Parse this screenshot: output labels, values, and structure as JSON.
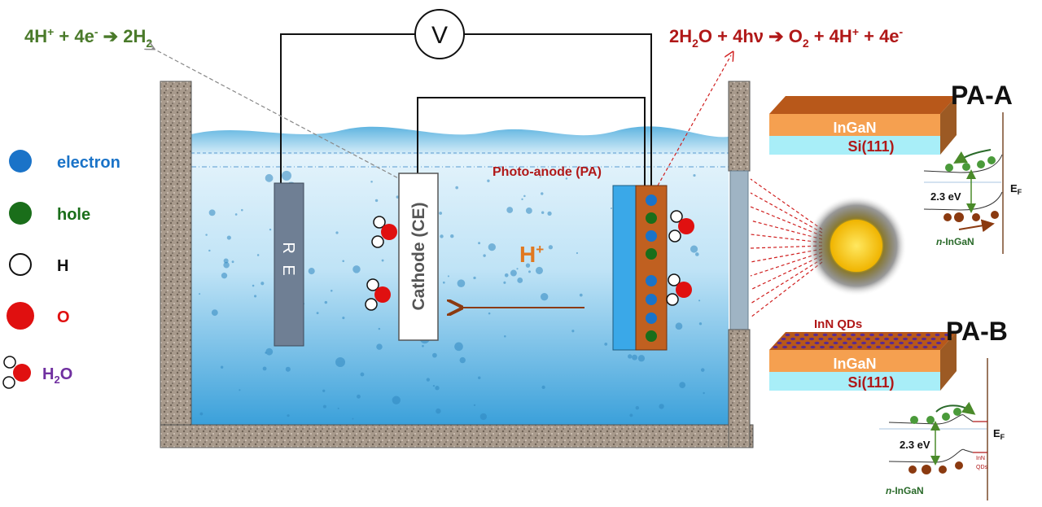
{
  "equations": {
    "cathode": {
      "a": "4H",
      "a_sup": "+",
      "b": " + 4e",
      "b_sup": "-",
      "arrow": " ➔ ",
      "c": "2H",
      "c_sub": "2"
    },
    "anode": {
      "a": "2H",
      "a_sub": "2",
      "b": "O + 4hν",
      "arrow": " ➔ ",
      "c": "O",
      "c_sub": "2",
      "d": " + 4H",
      "d_sup": "+",
      "e": " + 4e",
      "e_sup": "-"
    }
  },
  "voltmeter": "V",
  "legend": [
    {
      "label": "electron",
      "color": "#1a73c8"
    },
    {
      "label": "hole",
      "color": "#1a6e1a"
    },
    {
      "label": "H",
      "color": "#ffffff"
    },
    {
      "label": "O",
      "color": "#e01010"
    },
    {
      "label": "H",
      "sub": "2",
      "tail": "O",
      "color": "#7030a0"
    }
  ],
  "cell": {
    "reference_electrode": "R E",
    "cathode": "Cathode (CE)",
    "photoanode": "Photo-anode (PA)",
    "ion": "H",
    "ion_sup": "+"
  },
  "pa_a": {
    "title": "PA-A",
    "layer_top": "InGaN",
    "layer_bottom": "Si(111)",
    "gap": "2.3 eV",
    "fermi": "E",
    "fermi_sub": "F",
    "material_prefix": "n",
    "material": "-InGaN"
  },
  "pa_b": {
    "title": "PA-B",
    "qd_label": "InN QDs",
    "layer_top": "InGaN",
    "layer_bottom": "Si(111)",
    "gap": "2.3 eV",
    "fermi": "E",
    "fermi_sub": "F",
    "qd_band_label_1": "InN",
    "qd_band_label_2": "QDs",
    "material_prefix": "n",
    "material": "-InGaN"
  },
  "colors": {
    "electron": "#1a73c8",
    "hole": "#1a6e1a",
    "oxygen": "#e01010",
    "green_text": "#4a7a2a",
    "red_text": "#b01818",
    "orange": "#e07820",
    "water_top": "#cfe9f7",
    "water_bottom": "#4aa8dc"
  }
}
